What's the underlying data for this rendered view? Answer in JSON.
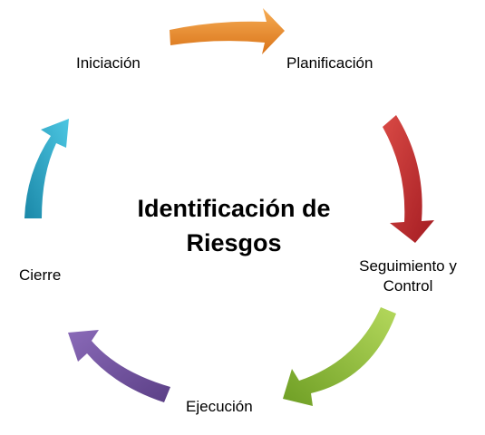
{
  "center": {
    "title_line1": "Identificación de",
    "title_line2": "Riesgos"
  },
  "phases": {
    "iniciacion": "Iniciación",
    "planificacion": "Planificación",
    "seguimiento_line1": "Seguimiento y",
    "seguimiento_line2": "Control",
    "ejecucion": "Ejecución",
    "cierre": "Cierre"
  },
  "colors": {
    "arrow_orange": "#ec8a2b",
    "arrow_red": "#c0282c",
    "arrow_green": "#8cbf38",
    "arrow_purple": "#6f4f9a",
    "arrow_cyan": "#2aa9c9"
  },
  "arrows": [
    {
      "name": "arrow-iniciacion-to-planificacion",
      "color": "#ec8a2b"
    },
    {
      "name": "arrow-planificacion-to-seguimiento",
      "color": "#c0282c"
    },
    {
      "name": "arrow-seguimiento-to-ejecucion",
      "color": "#8cbf38"
    },
    {
      "name": "arrow-ejecucion-to-cierre",
      "color": "#6f4f9a"
    },
    {
      "name": "arrow-cierre-to-iniciacion",
      "color": "#2aa9c9"
    }
  ]
}
